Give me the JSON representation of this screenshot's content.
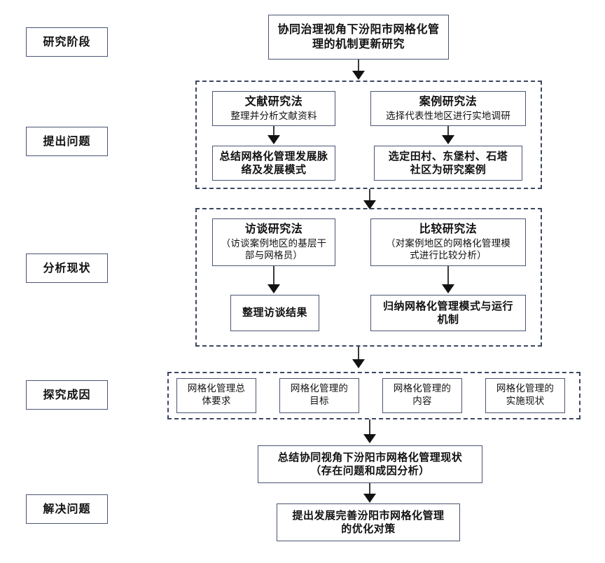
{
  "diagram": {
    "title_box": {
      "line1": "协同治理视角下汾阳市网格化管",
      "line2": "理的机制更新研究"
    },
    "stages": [
      {
        "id": "stage-research-phase",
        "label": "研究阶段"
      },
      {
        "id": "stage-raise-question",
        "label": "提出问题"
      },
      {
        "id": "stage-analyze-status",
        "label": "分析现状"
      },
      {
        "id": "stage-explore-cause",
        "label": "探究成因"
      },
      {
        "id": "stage-solve-problem",
        "label": "解决问题"
      }
    ],
    "group1": {
      "left_method": {
        "head": "文献研究法",
        "sub": "整理并分析文献资料"
      },
      "left_result": {
        "line1": "总结网格化管理发展脉",
        "line2": "络及发展模式"
      },
      "right_method": {
        "head": "案例研究法",
        "sub": "选择代表性地区进行实地调研"
      },
      "right_result": {
        "line1": "选定田村、东堡村、石塔",
        "line2": "社区为研究案例"
      }
    },
    "group2": {
      "left_method": {
        "head": "访谈研究法",
        "sub1": "（访谈案例地区的基层干",
        "sub2": "部与网格员）"
      },
      "left_result": {
        "line1": "整理访谈结果"
      },
      "right_method": {
        "head": "比较研究法",
        "sub1": "（对案例地区的网格化管理模",
        "sub2": "式进行比较分析）"
      },
      "right_result": {
        "line1": "归纳网格化管理模式与运行",
        "line2": "机制"
      }
    },
    "group3": {
      "items": [
        {
          "line1": "网格化管理总",
          "line2": "体要求"
        },
        {
          "line1": "网格化管理的",
          "line2": "目标"
        },
        {
          "line1": "网格化管理的",
          "line2": "内容"
        },
        {
          "line1": "网格化管理的",
          "line2": "实施现状"
        }
      ]
    },
    "summary_box": {
      "line1": "总结协同视角下汾阳市网格化管理现状",
      "line2": "（存在问题和成因分析）"
    },
    "final_box": {
      "line1": "提出发展完善汾阳市网格化管理",
      "line2": "的优化对策"
    },
    "colors": {
      "box_border": "#4b5574",
      "group_border": "#3c4663",
      "arrow": "#121212",
      "text": "#111111",
      "background": "#ffffff"
    }
  }
}
